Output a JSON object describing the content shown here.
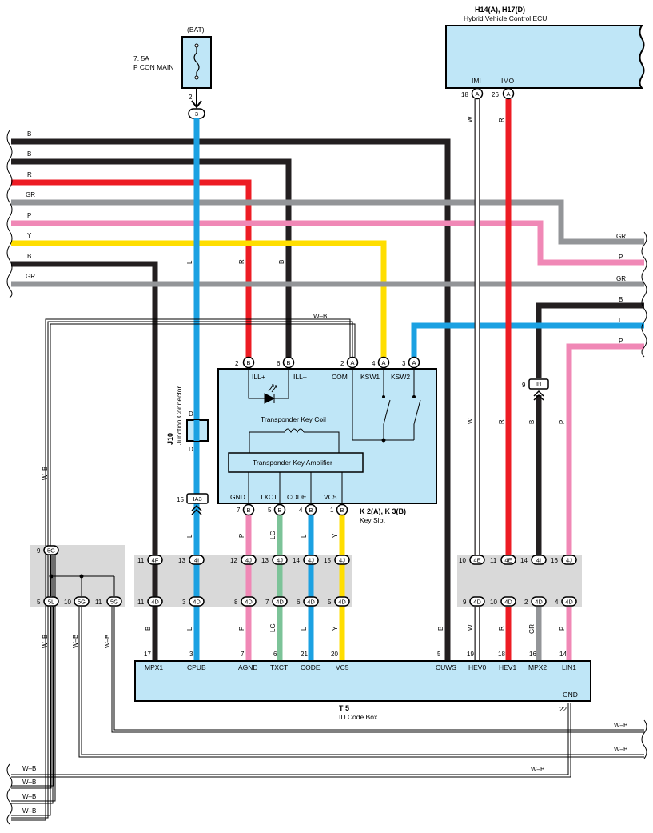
{
  "colors": {
    "B": "#231f20",
    "R": "#ed1c24",
    "GR": "#939598",
    "P": "#f088b6",
    "Y": "#ffde00",
    "L": "#1ba1e2",
    "W": "#ffffff",
    "LG": "#7cc398",
    "box_fill": "#bfe6f7",
    "gray_box": "#d9d9d9"
  },
  "fuse": {
    "title": "(BAT)",
    "rating": "7. 5A",
    "name": "P CON MAIN",
    "pin": "2",
    "conn": "3"
  },
  "ecu": {
    "title": "H14(A), H17(D)",
    "name": "Hybrid Vehicle Control ECU",
    "pins": [
      {
        "label": "IMI",
        "num": "18",
        "conn": "A"
      },
      {
        "label": "IMO",
        "num": "26",
        "conn": "A"
      }
    ]
  },
  "left_wires": [
    "B",
    "B",
    "R",
    "GR",
    "P",
    "Y",
    "B",
    "GR"
  ],
  "right_wires": [
    "GR",
    "P",
    "GR",
    "B",
    "L",
    "P"
  ],
  "bottom_wires": [
    "W–B",
    "W–B",
    "W–B",
    "W–B",
    "W–B",
    "W–B",
    "W–B"
  ],
  "vertical_labels": {
    "L": "L",
    "R": "R",
    "B": "B",
    "W": "W",
    "D": "D",
    "WB": "W–B",
    "GR": "GR",
    "P": "P",
    "Y": "Y",
    "LG": "LG"
  },
  "junction": {
    "id": "J10",
    "name": "Junction Connector",
    "pin_top": "D",
    "pin_bottom": "D"
  },
  "ia3": {
    "num": "15",
    "conn": "IA3"
  },
  "ii1": {
    "num": "9",
    "conn": "II1"
  },
  "keyslot": {
    "title": "K 2(A), K 3(B)",
    "name": "Key Slot",
    "top_pins": [
      {
        "num": "2",
        "conn": "B",
        "label": "ILL+"
      },
      {
        "num": "6",
        "conn": "B",
        "label": "ILL–"
      },
      {
        "num": "2",
        "conn": "A",
        "label": "COM"
      },
      {
        "num": "4",
        "conn": "A",
        "label": "KSW1"
      },
      {
        "num": "3",
        "conn": "A",
        "label": "KSW2"
      }
    ],
    "coil": "Transponder Key Coil",
    "amp": "Transponder Key Amplifier",
    "bottom_pins": [
      {
        "num": "7",
        "conn": "B",
        "label": "GND"
      },
      {
        "num": "5",
        "conn": "B",
        "label": "TXCT"
      },
      {
        "num": "4",
        "conn": "B",
        "label": "CODE"
      },
      {
        "num": "1",
        "conn": "B",
        "label": "VC5"
      }
    ]
  },
  "wb_top_label": "W–B",
  "jc_left": {
    "top": {
      "num": "9",
      "conn": "5G"
    },
    "bottom": [
      {
        "num": "5",
        "conn": "5L"
      },
      {
        "num": "10",
        "conn": "5G"
      },
      {
        "num": "11",
        "conn": "5G"
      }
    ]
  },
  "jc_mid": {
    "top": [
      {
        "num": "11",
        "conn": "4F"
      },
      {
        "num": "13",
        "conn": "4I"
      },
      {
        "num": "12",
        "conn": "4J"
      },
      {
        "num": "13",
        "conn": "4J"
      },
      {
        "num": "14",
        "conn": "4J"
      },
      {
        "num": "15",
        "conn": "4J"
      }
    ],
    "bottom": [
      {
        "num": "11",
        "conn": "4D"
      },
      {
        "num": "3",
        "conn": "4D"
      },
      {
        "num": "8",
        "conn": "4D"
      },
      {
        "num": "7",
        "conn": "4D"
      },
      {
        "num": "6",
        "conn": "4D"
      },
      {
        "num": "5",
        "conn": "4D"
      }
    ]
  },
  "jc_right": {
    "top": [
      {
        "num": "10",
        "conn": "4E"
      },
      {
        "num": "11",
        "conn": "4E"
      },
      {
        "num": "14",
        "conn": "4I"
      },
      {
        "num": "16",
        "conn": "4J"
      }
    ],
    "bottom": [
      {
        "num": "9",
        "conn": "4D"
      },
      {
        "num": "10",
        "conn": "4D"
      },
      {
        "num": "2",
        "conn": "4D"
      },
      {
        "num": "4",
        "conn": "4D"
      }
    ]
  },
  "idbox": {
    "id": "T 5",
    "name": "ID Code Box",
    "pins": [
      {
        "num": "17",
        "label": "MPX1"
      },
      {
        "num": "3",
        "label": "CPUB"
      },
      {
        "num": "7",
        "label": "AGND"
      },
      {
        "num": "6",
        "label": "TXCT"
      },
      {
        "num": "21",
        "label": "CODE"
      },
      {
        "num": "20",
        "label": "VC5"
      },
      {
        "num": "5",
        "label": "CUWS"
      },
      {
        "num": "19",
        "label": "HEV0"
      },
      {
        "num": "18",
        "label": "HEV1"
      },
      {
        "num": "16",
        "label": "MPX2"
      },
      {
        "num": "14",
        "label": "LIN1"
      }
    ],
    "gnd_label": "GND",
    "gnd_pin": "22"
  }
}
